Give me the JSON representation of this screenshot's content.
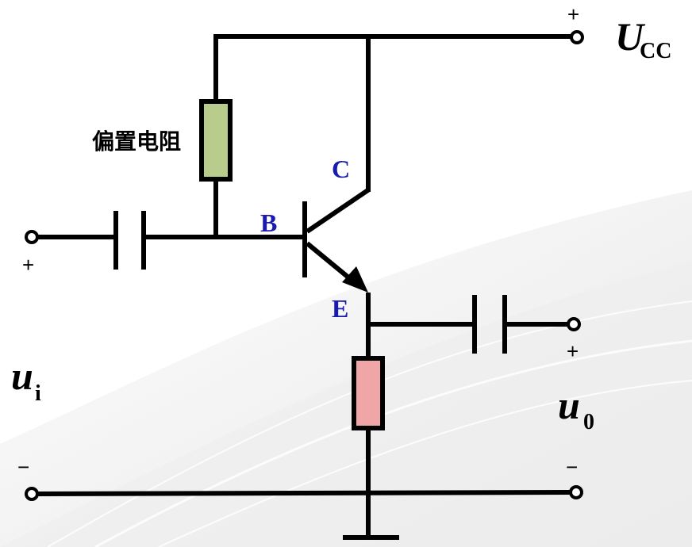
{
  "labels": {
    "bias_resistor": "偏置电阻",
    "collector": "C",
    "base": "B",
    "emitter": "E"
  },
  "supply": {
    "symbol": "U",
    "subscript": "CC",
    "sign": "+"
  },
  "input": {
    "symbol": "u",
    "subscript": "i",
    "plus": "+",
    "minus": "−"
  },
  "output": {
    "symbol": "u",
    "subscript": "0",
    "plus": "+",
    "minus": "−"
  },
  "colors": {
    "bias_resistor_fill": "#b8cc8c",
    "emitter_resistor_fill": "#f0a6a6",
    "wire": "#000000",
    "pin_label": "#1a1ab0"
  }
}
